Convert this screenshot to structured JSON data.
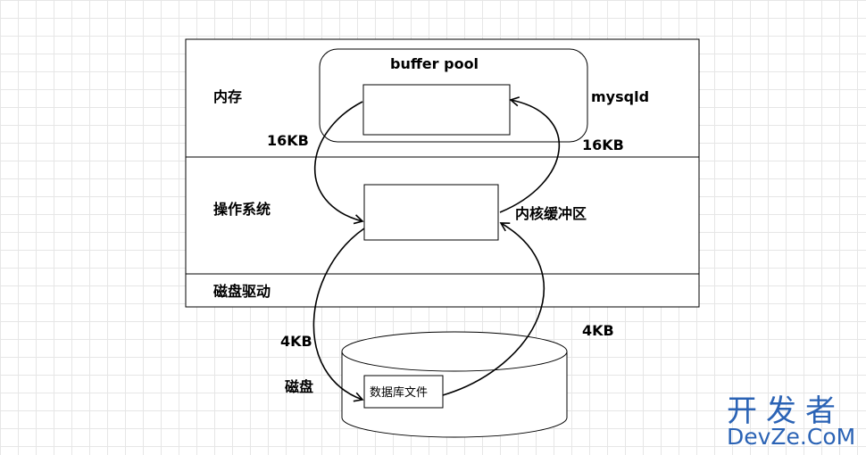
{
  "labels": {
    "memory": "内存",
    "buffer_pool": "buffer pool",
    "mysqld": "mysqld",
    "os": "操作系统",
    "kernel_buffer": "内核缓冲区",
    "disk_driver": "磁盘驱动",
    "disk": "磁盘",
    "db_file": "数据库文件",
    "size_left_top": "16KB",
    "size_right_top": "16KB",
    "size_left_bottom": "4KB",
    "size_right_bottom": "4KB"
  },
  "watermark": {
    "line1": "开发者",
    "line2": "DevZe.CoM"
  }
}
